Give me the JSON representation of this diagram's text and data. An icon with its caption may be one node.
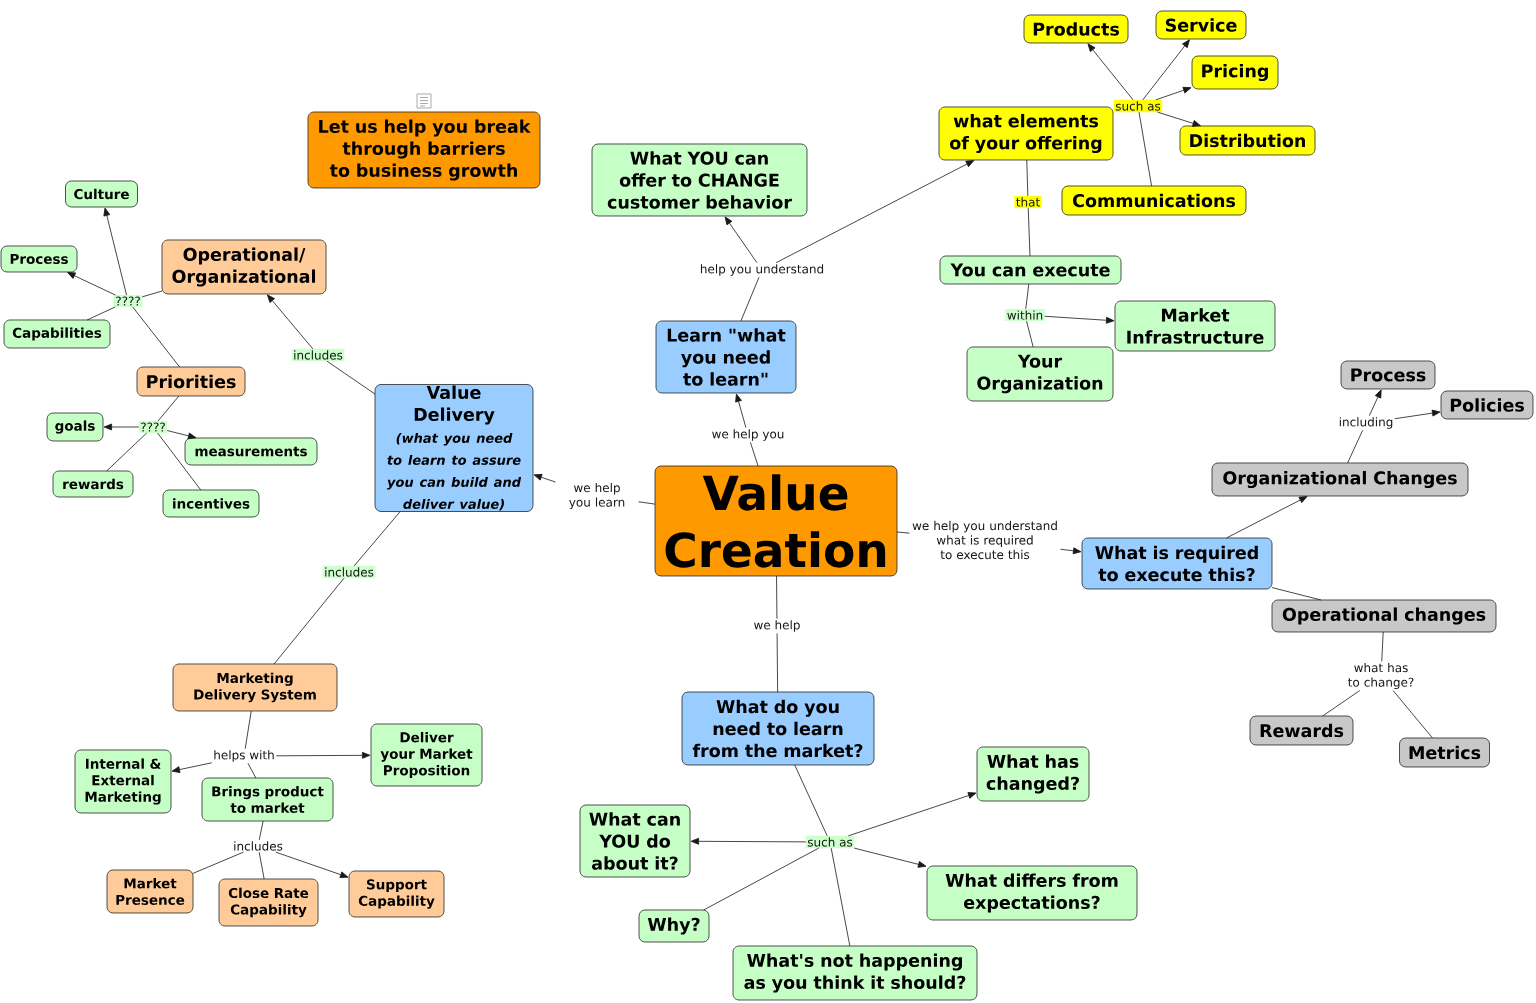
{
  "diagram": {
    "nodes": [
      {
        "text": [
          "Let us help you break through barriers to business growth"
        ]
      },
      {
        "text": [
          "Value Creation"
        ]
      },
      {
        "text": [
          "Learn \"what you need to learn\""
        ]
      },
      {
        "text": [
          "What YOU can offer to CHANGE customer behavior"
        ]
      },
      {
        "text": [
          "what elements of your offering"
        ]
      },
      {
        "text": [
          "Products"
        ]
      },
      {
        "text": [
          "Service"
        ]
      },
      {
        "text": [
          "Pricing"
        ]
      },
      {
        "text": [
          "Distribution"
        ]
      },
      {
        "text": [
          "Communications"
        ]
      },
      {
        "text": [
          "You can execute"
        ]
      },
      {
        "text": [
          "Market Infrastructure"
        ]
      },
      {
        "text": [
          "Your Organization"
        ]
      },
      {
        "text": [
          "Value Delivery",
          "(what you need to learn to assure you can build and deliver value)"
        ]
      },
      {
        "text": [
          "Operational/ Organizational"
        ]
      },
      {
        "text": [
          "Culture"
        ]
      },
      {
        "text": [
          "Process"
        ]
      },
      {
        "text": [
          "Capabilities"
        ]
      },
      {
        "text": [
          "Priorities"
        ]
      },
      {
        "text": [
          "goals"
        ]
      },
      {
        "text": [
          "measurements"
        ]
      },
      {
        "text": [
          "rewards"
        ]
      },
      {
        "text": [
          "incentives"
        ]
      },
      {
        "text": [
          "Marketing Delivery System"
        ]
      },
      {
        "text": [
          "Internal & External Marketing"
        ]
      },
      {
        "text": [
          "Deliver your Market Proposition"
        ]
      },
      {
        "text": [
          "Brings product to market"
        ]
      },
      {
        "text": [
          "Market Presence"
        ]
      },
      {
        "text": [
          "Close Rate Capability"
        ]
      },
      {
        "text": [
          "Support Capability"
        ]
      },
      {
        "text": [
          "What do you need to learn from the market?"
        ]
      },
      {
        "text": [
          "What has changed?"
        ]
      },
      {
        "text": [
          "What can YOU do about it?"
        ]
      },
      {
        "text": [
          "What differs from expectations?"
        ]
      },
      {
        "text": [
          "Why?"
        ]
      },
      {
        "text": [
          "What's not happening as you think it should?"
        ]
      },
      {
        "text": [
          "What is required to execute this?"
        ]
      },
      {
        "text": [
          "Organizational Changes"
        ]
      },
      {
        "text": [
          "Process"
        ]
      },
      {
        "text": [
          "Policies"
        ]
      },
      {
        "text": [
          "Operational changes"
        ]
      },
      {
        "text": [
          "Rewards"
        ]
      },
      {
        "text": [
          "Metrics"
        ]
      },
      {
        "text": [
          "we help you"
        ]
      },
      {
        "text": [
          "help you understand"
        ]
      },
      {
        "text": [
          "we help you learn"
        ]
      },
      {
        "text": [
          "includes"
        ]
      },
      {
        "text": [
          "????"
        ]
      },
      {
        "text": [
          "????"
        ]
      },
      {
        "text": [
          "includes"
        ]
      },
      {
        "text": [
          "helps with"
        ]
      },
      {
        "text": [
          "includes"
        ]
      },
      {
        "text": [
          "we help"
        ]
      },
      {
        "text": [
          "such as"
        ]
      },
      {
        "text": [
          "we help you understand what is required to execute this"
        ]
      },
      {
        "text": [
          "including"
        ]
      },
      {
        "text": [
          "what has to change?"
        ]
      },
      {
        "text": [
          "that"
        ]
      },
      {
        "text": [
          "within"
        ]
      },
      {
        "text": [
          "such as"
        ]
      }
    ],
    "edges": [
      {
        "from": 1,
        "to": 43,
        "arrow": "none"
      },
      {
        "from": 43,
        "to": 2,
        "arrow": "to"
      },
      {
        "from": 2,
        "to": 44,
        "arrow": "none"
      },
      {
        "from": 44,
        "to": 3,
        "arrow": "to"
      },
      {
        "from": 44,
        "to": 4,
        "arrow": "to"
      },
      {
        "from": 4,
        "to": 57,
        "arrow": "none"
      },
      {
        "from": 57,
        "to": 10,
        "arrow": "none"
      },
      {
        "from": 10,
        "to": 58,
        "arrow": "none"
      },
      {
        "from": 58,
        "to": 11,
        "arrow": "to"
      },
      {
        "from": 58,
        "to": 12,
        "arrow": "none"
      },
      {
        "from": 59,
        "to": 5,
        "arrow": "to"
      },
      {
        "from": 59,
        "to": 6,
        "arrow": "to"
      },
      {
        "from": 59,
        "to": 7,
        "arrow": "to"
      },
      {
        "from": 59,
        "to": 8,
        "arrow": "to"
      },
      {
        "from": 59,
        "to": 9,
        "arrow": "none"
      },
      {
        "from": 1,
        "to": 45,
        "arrow": "none"
      },
      {
        "from": 45,
        "to": 13,
        "arrow": "to"
      },
      {
        "from": 13,
        "to": 46,
        "arrow": "none"
      },
      {
        "from": 46,
        "to": 14,
        "arrow": "to"
      },
      {
        "from": 14,
        "to": 47,
        "arrow": "none"
      },
      {
        "from": 18,
        "to": 47,
        "arrow": "none"
      },
      {
        "from": 47,
        "to": 15,
        "arrow": "to"
      },
      {
        "from": 47,
        "to": 16,
        "arrow": "to"
      },
      {
        "from": 47,
        "to": 17,
        "arrow": "none"
      },
      {
        "from": 18,
        "to": 48,
        "arrow": "none"
      },
      {
        "from": 48,
        "to": 19,
        "arrow": "to"
      },
      {
        "from": 48,
        "to": 20,
        "arrow": "to"
      },
      {
        "from": 48,
        "to": 21,
        "arrow": "none"
      },
      {
        "from": 48,
        "to": 22,
        "arrow": "none"
      },
      {
        "from": 13,
        "to": 49,
        "arrow": "none"
      },
      {
        "from": 49,
        "to": 23,
        "arrow": "none"
      },
      {
        "from": 23,
        "to": 50,
        "arrow": "none"
      },
      {
        "from": 50,
        "to": 24,
        "arrow": "to"
      },
      {
        "from": 50,
        "to": 25,
        "arrow": "to"
      },
      {
        "from": 50,
        "to": 26,
        "arrow": "none"
      },
      {
        "from": 26,
        "to": 51,
        "arrow": "none"
      },
      {
        "from": 51,
        "to": 27,
        "arrow": "none"
      },
      {
        "from": 51,
        "to": 28,
        "arrow": "none"
      },
      {
        "from": 51,
        "to": 29,
        "arrow": "to"
      },
      {
        "from": 1,
        "to": 52,
        "arrow": "none"
      },
      {
        "from": 52,
        "to": 30,
        "arrow": "none"
      },
      {
        "from": 30,
        "to": 53,
        "arrow": "none"
      },
      {
        "from": 53,
        "to": 31,
        "arrow": "to"
      },
      {
        "from": 53,
        "to": 32,
        "arrow": "to"
      },
      {
        "from": 53,
        "to": 33,
        "arrow": "to"
      },
      {
        "from": 53,
        "to": 34,
        "arrow": "none"
      },
      {
        "from": 53,
        "to": 35,
        "arrow": "none"
      },
      {
        "from": 1,
        "to": 54,
        "arrow": "none"
      },
      {
        "from": 54,
        "to": 36,
        "arrow": "to"
      },
      {
        "from": 36,
        "to": 37,
        "arrow": "to"
      },
      {
        "from": 36,
        "to": 40,
        "arrow": "none"
      },
      {
        "from": 37,
        "to": 55,
        "arrow": "none"
      },
      {
        "from": 55,
        "to": 38,
        "arrow": "to"
      },
      {
        "from": 55,
        "to": 39,
        "arrow": "to"
      },
      {
        "from": 40,
        "to": 56,
        "arrow": "none"
      },
      {
        "from": 56,
        "to": 41,
        "arrow": "none"
      },
      {
        "from": 56,
        "to": 42,
        "arrow": "none"
      }
    ]
  }
}
